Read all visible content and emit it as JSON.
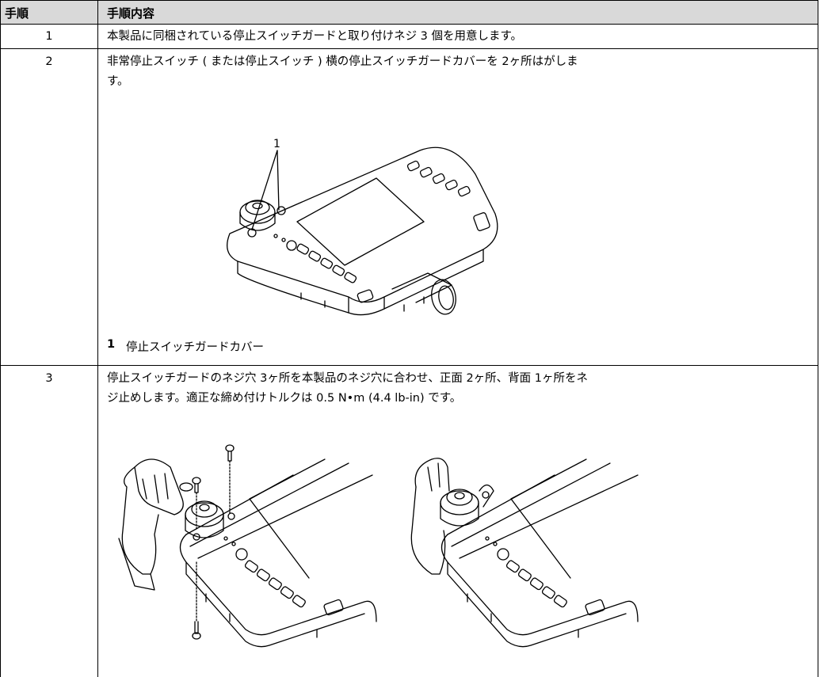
{
  "table": {
    "headers": {
      "step": "手順",
      "content": "手順内容"
    },
    "rows": [
      {
        "step": "1",
        "text": "本製品に同梱されている停止スイッチガードと取り付けネジ 3 個を用意します。"
      },
      {
        "step": "2",
        "text_line1": "非常停止スイッチ ( または停止スイッチ ) 横の停止スイッチガードカバーを 2ヶ所はがしま",
        "text_line2": "す。",
        "callout": "1",
        "caption_num": "1",
        "caption_text": "停止スイッチガードカバー"
      },
      {
        "step": "3",
        "text_line1": "停止スイッチガードのネジ穴 3ヶ所を本製品のネジ穴に合わせ、正面 2ヶ所、背面 1ヶ所をネ",
        "text_line2": "ジ止めします。適正な締め付けトルクは 0.5 N•m (4.4 lb-in) です。"
      }
    ]
  },
  "colors": {
    "header_bg": "#d9d9d9",
    "border": "#000000"
  }
}
